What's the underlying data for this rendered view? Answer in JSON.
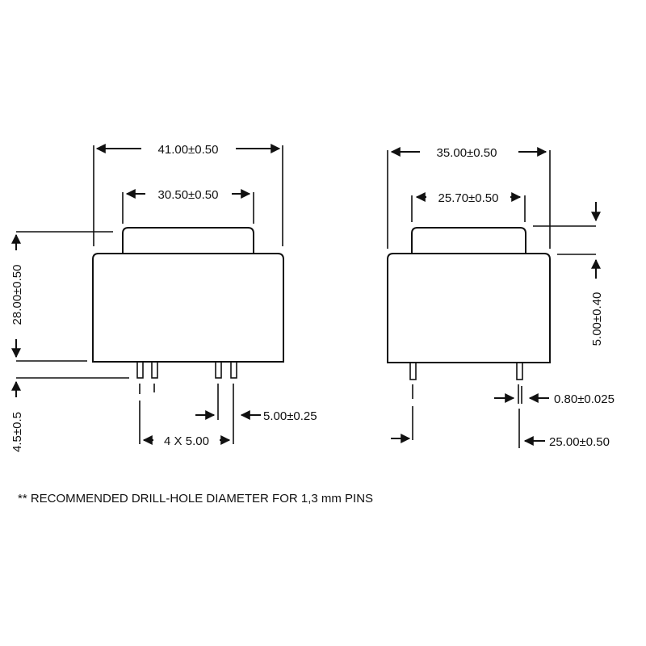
{
  "front_view": {
    "overall_width": "41.00±0.50",
    "bump_width": "30.50±0.50",
    "body_height": "28.00±0.50",
    "pin_length": "4.5±0.5",
    "pin_spacing": "5.00±0.25",
    "pin_pitch": "4 X 5.00"
  },
  "side_view": {
    "overall_width": "35.00±0.50",
    "bump_width": "25.70±0.50",
    "bump_height": "5.00±0.40",
    "pin_diameter": "0.80±0.025",
    "pin_distance": "25.00±0.50"
  },
  "footnote": "** RECOMMENDED DRILL-HOLE DIAMETER FOR 1,3 mm PINS"
}
